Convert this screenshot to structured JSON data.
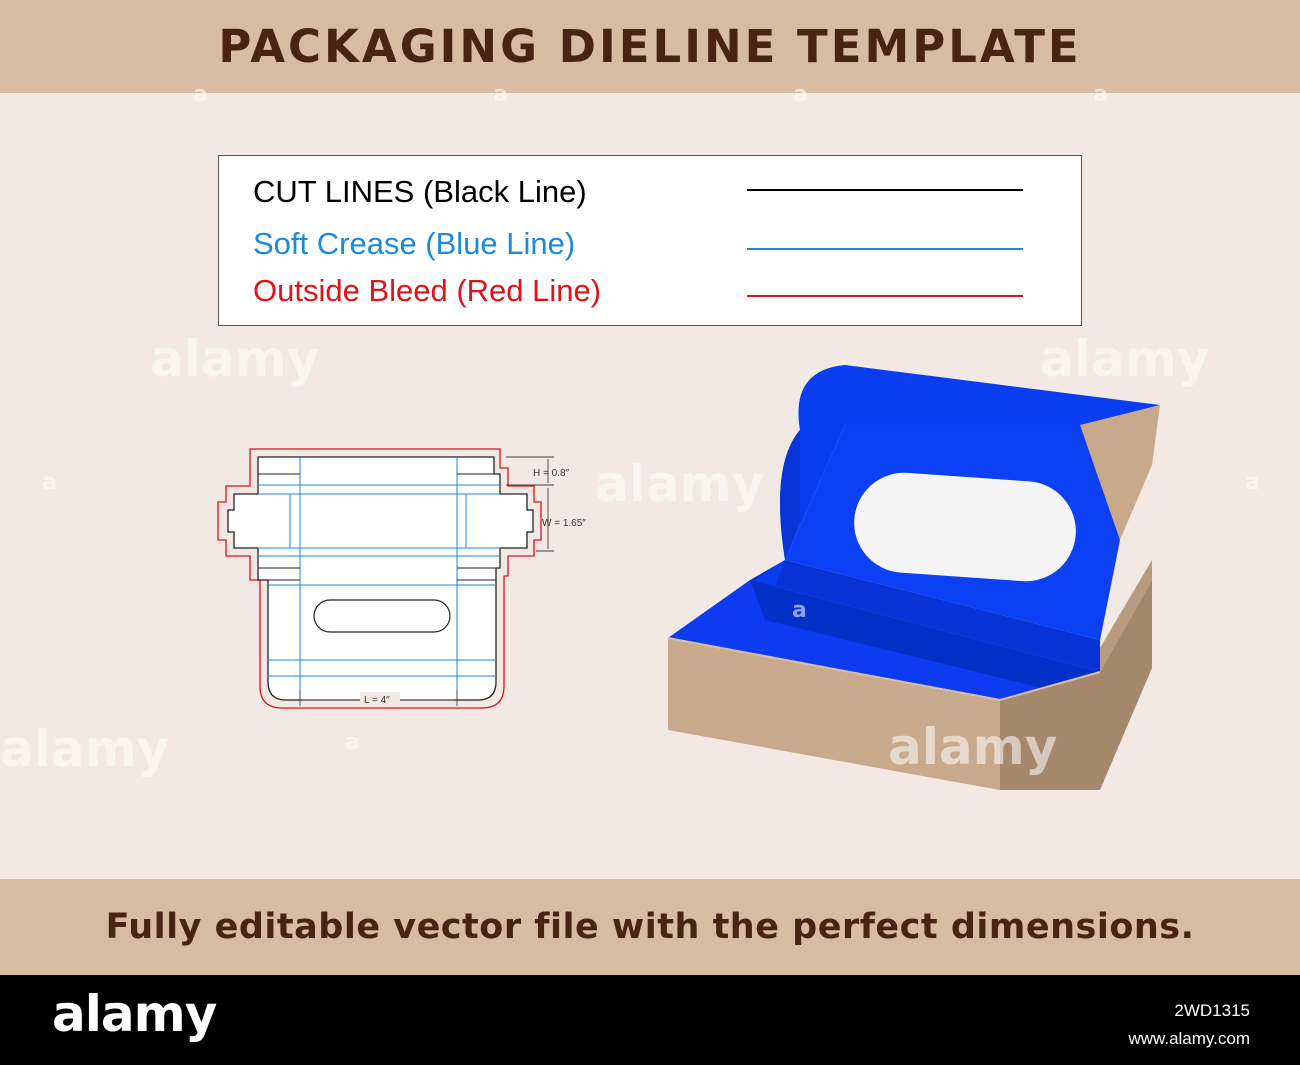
{
  "header": {
    "title": "PACKAGING DIELINE TEMPLATE"
  },
  "legend": {
    "items": [
      {
        "label": "CUT LINES (Black Line)",
        "color": "#000000"
      },
      {
        "label": "Soft Crease (Blue Line)",
        "color": "#1b8ad8"
      },
      {
        "label": "Outside Bleed (Red Line)",
        "color": "#e0121a"
      }
    ]
  },
  "dieline": {
    "dim_h": "H = 0.8″",
    "dim_w": "W = 1.65″",
    "dim_l": "L = 4″"
  },
  "box3d": {
    "inner_color": "#0a3df0",
    "outer_color": "#c8a98c",
    "window_color": "#f4f4f4"
  },
  "footer_banner": {
    "text": "Fully editable vector file with the perfect dimensions."
  },
  "stock": {
    "logo": "alamy",
    "image_id": "2WD1315",
    "site": "www.alamy.com",
    "watermark": "alamy",
    "watermark_small": "a"
  }
}
